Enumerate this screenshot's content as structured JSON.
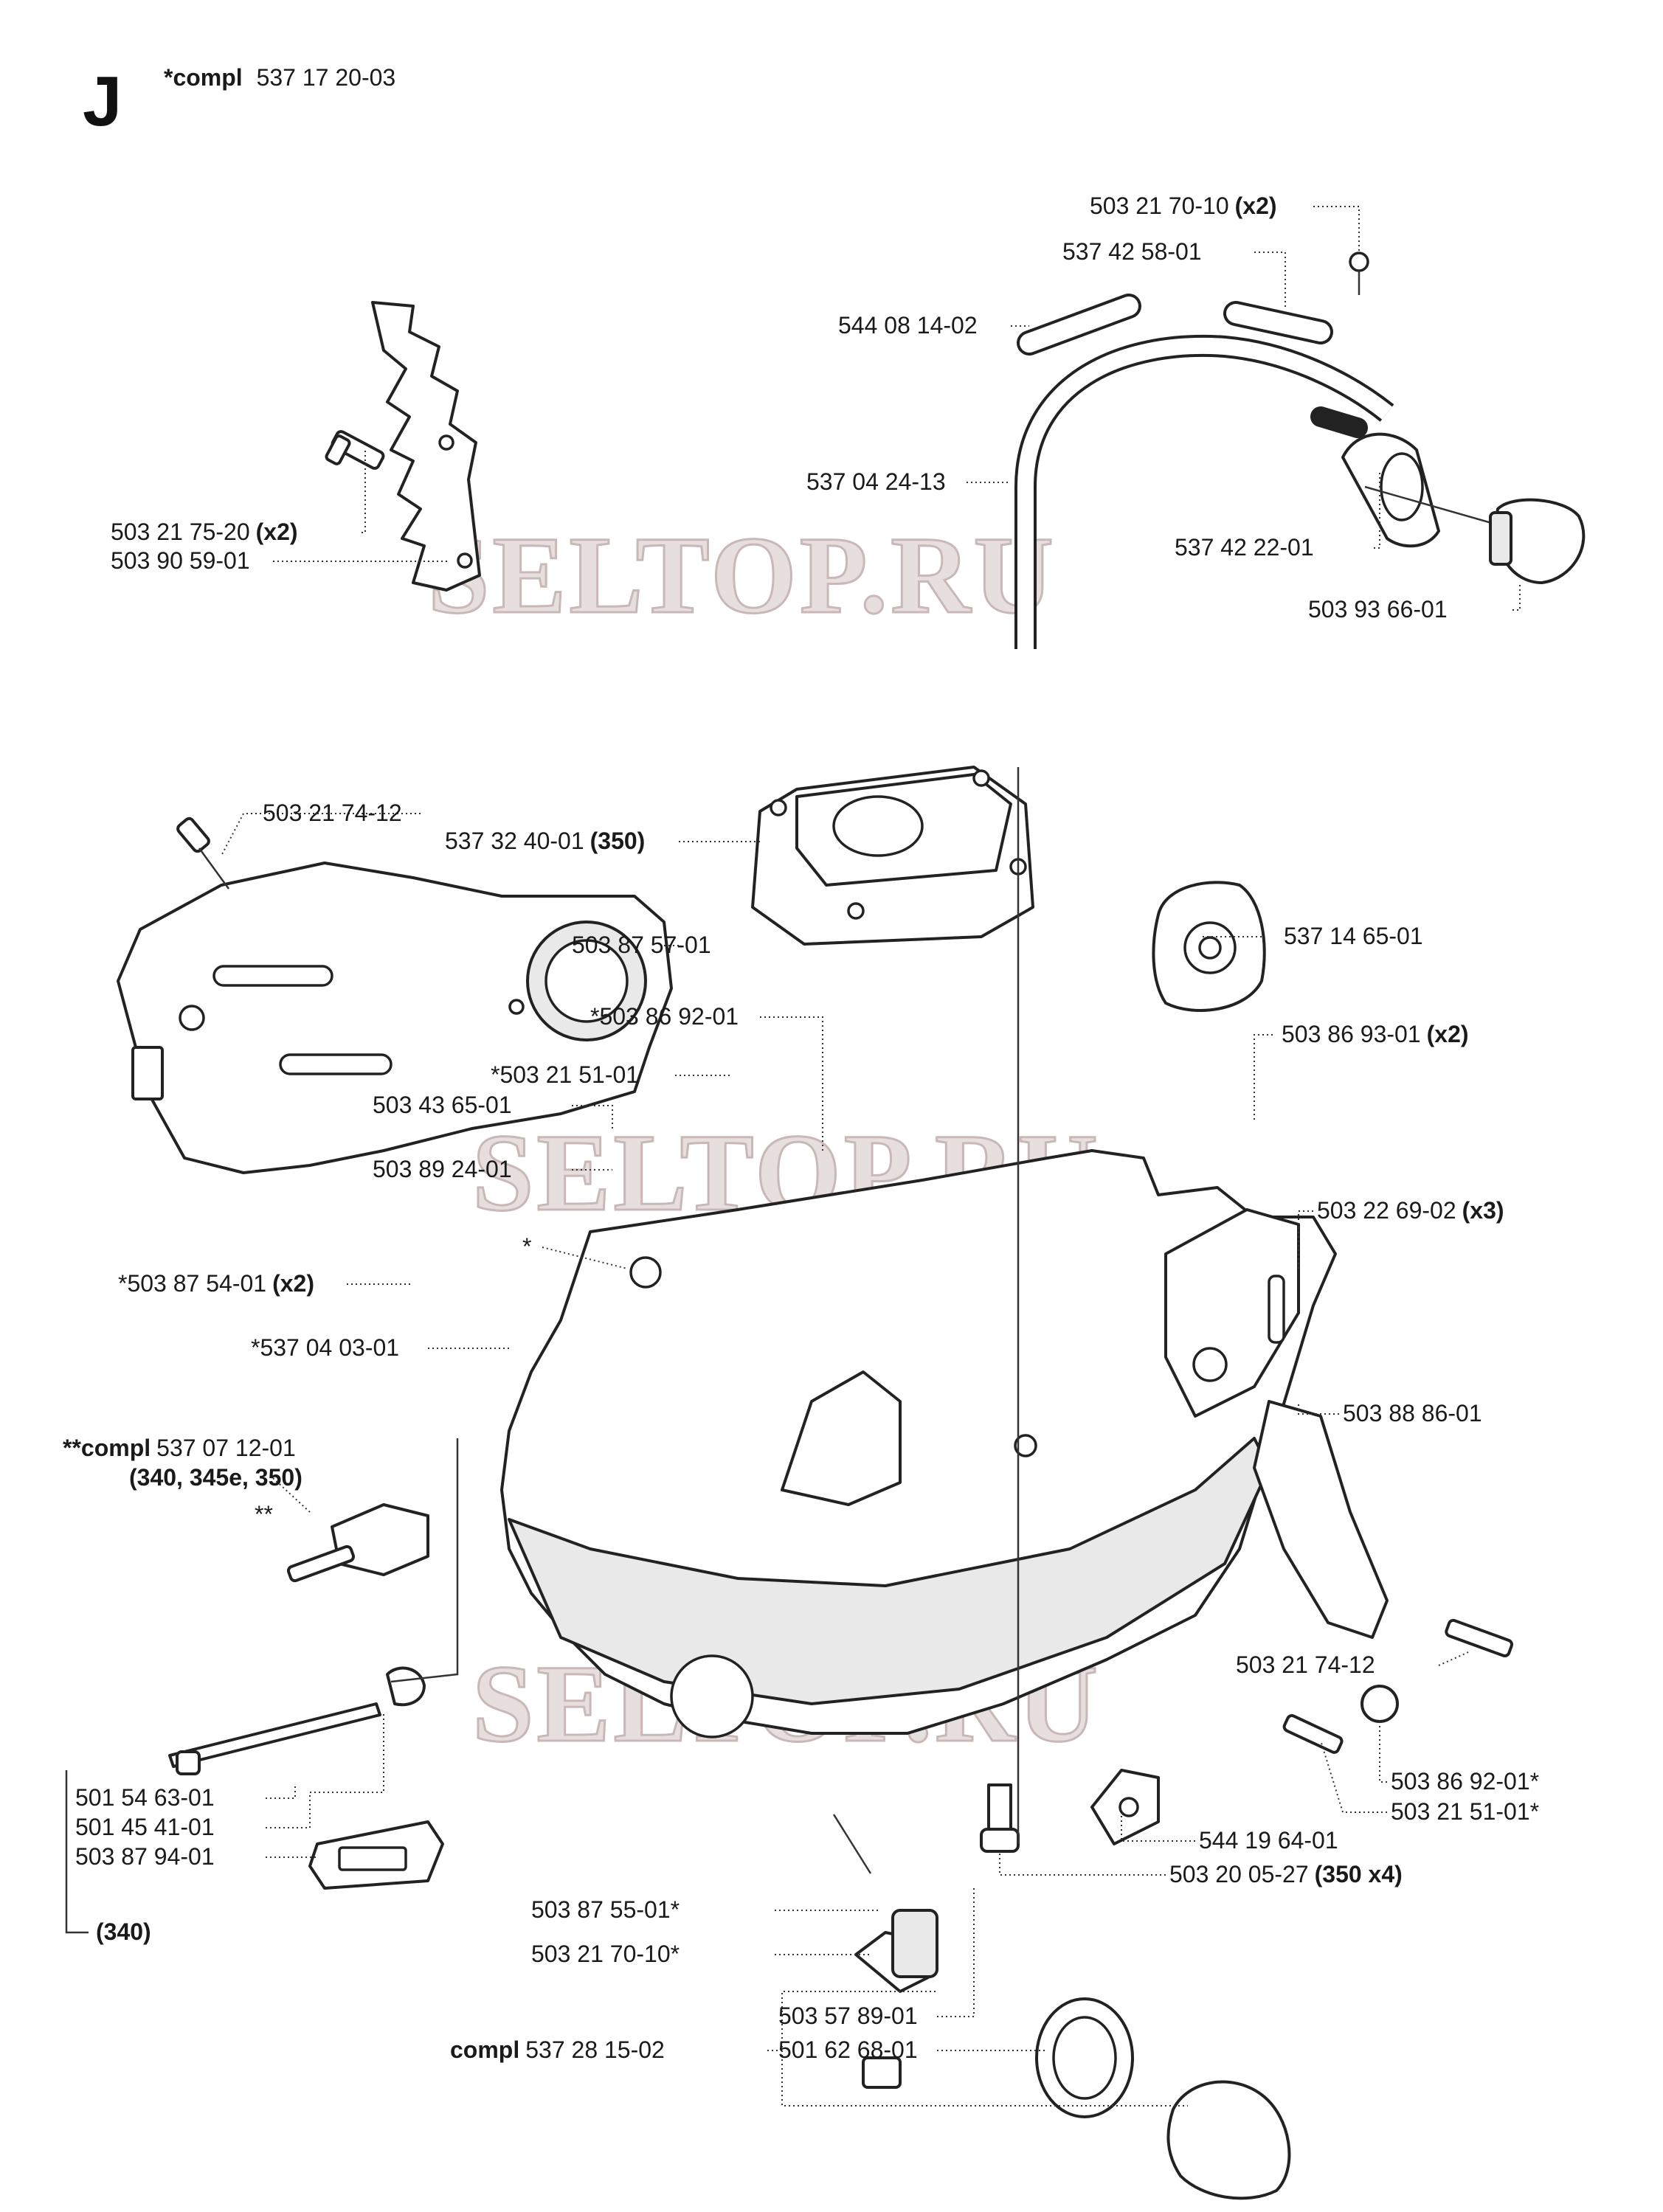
{
  "header": {
    "section_letter": "J",
    "kit_prefix": "*compl",
    "kit_number": "537 17 20-03"
  },
  "watermark": "SELTOP.RU",
  "labels": [
    {
      "id": "l01",
      "text": "503 21 70-10",
      "qty": "(x2)"
    },
    {
      "id": "l02",
      "text": "537 42 58-01",
      "qty": ""
    },
    {
      "id": "l03",
      "text": "544 08 14-02",
      "qty": ""
    },
    {
      "id": "l04",
      "text": "537 04 24-13",
      "qty": ""
    },
    {
      "id": "l05",
      "text": "537 42 22-01",
      "qty": ""
    },
    {
      "id": "l06",
      "text": "503 93 66-01",
      "qty": ""
    },
    {
      "id": "l07",
      "text": "503 21 75-20",
      "qty": "(x2)"
    },
    {
      "id": "l08",
      "text": "503 90 59-01",
      "qty": ""
    },
    {
      "id": "l09",
      "text": "503 21 74-12",
      "qty": ""
    },
    {
      "id": "l10",
      "text": "537 32 40-01",
      "qty": "(350)"
    },
    {
      "id": "l11",
      "text": "503 87 57-01",
      "qty": ""
    },
    {
      "id": "l12",
      "text": "537 14 65-01",
      "qty": ""
    },
    {
      "id": "l13",
      "text": "*503 86 92-01",
      "qty": ""
    },
    {
      "id": "l14",
      "text": "503 86 93-01",
      "qty": "(x2)"
    },
    {
      "id": "l15",
      "text": "*503 21 51-01",
      "qty": ""
    },
    {
      "id": "l16",
      "text": "503 43 65-01",
      "qty": ""
    },
    {
      "id": "l17",
      "text": "503 89 24-01",
      "qty": ""
    },
    {
      "id": "l18",
      "text": "503 22 69-02",
      "qty": "(x3)"
    },
    {
      "id": "l19",
      "text": "*",
      "qty": ""
    },
    {
      "id": "l20",
      "text": "*503 87 54-01",
      "qty": "(x2)"
    },
    {
      "id": "l21",
      "text": "*537 04 03-01",
      "qty": ""
    },
    {
      "id": "l22",
      "text": "503 88 86-01",
      "qty": ""
    },
    {
      "id": "l23",
      "text": "**",
      "qty": ""
    },
    {
      "id": "l24",
      "text": "503 21 74-12",
      "qty": ""
    },
    {
      "id": "l25",
      "text": "503 86 92-01*",
      "qty": ""
    },
    {
      "id": "l26",
      "text": "503 21 51-01*",
      "qty": ""
    },
    {
      "id": "l27",
      "text": "501 54 63-01",
      "qty": ""
    },
    {
      "id": "l28",
      "text": "501 45 41-01",
      "qty": ""
    },
    {
      "id": "l29",
      "text": "503 87 94-01",
      "qty": ""
    },
    {
      "id": "l30",
      "text": "544 19 64-01",
      "qty": ""
    },
    {
      "id": "l31",
      "text": "503 20 05-27",
      "qty": "(350 x4)"
    },
    {
      "id": "l32",
      "text": "503 87 55-01*",
      "qty": ""
    },
    {
      "id": "l33",
      "text": "503 21 70-10*",
      "qty": ""
    },
    {
      "id": "l34",
      "text": "503 57 89-01",
      "qty": ""
    },
    {
      "id": "l35",
      "text": "501 62 68-01",
      "qty": ""
    }
  ],
  "compl_labels": [
    {
      "id": "c1",
      "prefix": "**compl",
      "number": "537 07 12-01",
      "models": "(340, 345e, 350)"
    },
    {
      "id": "c2",
      "prefix": "compl",
      "number": "537 28 15-02",
      "models": ""
    }
  ],
  "model_note": "(340)"
}
